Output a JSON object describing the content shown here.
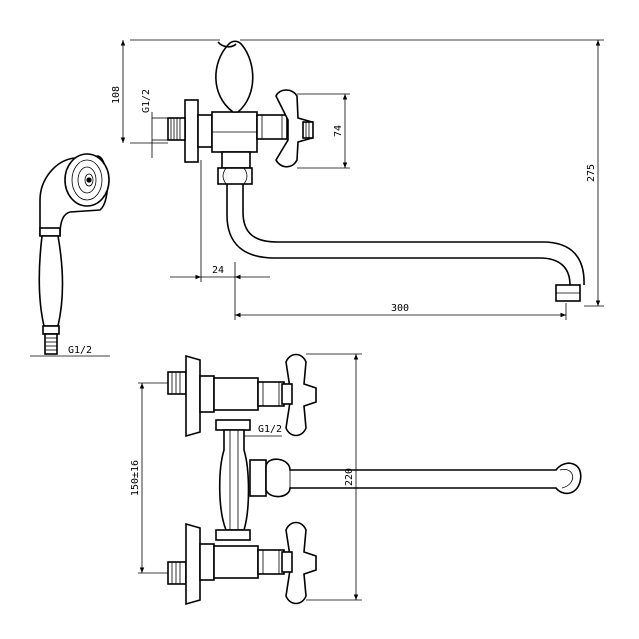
{
  "dimensions": {
    "top_height": "108",
    "top_thread": "G1/2",
    "handle_height": "74",
    "total_height": "275",
    "offset": "24",
    "spout_reach": "300",
    "shower_thread": "G1/2",
    "front_thread": "G1/2",
    "center_distance": "150±16",
    "front_height": "220"
  },
  "colors": {
    "line": "#000000",
    "background": "#ffffff"
  }
}
